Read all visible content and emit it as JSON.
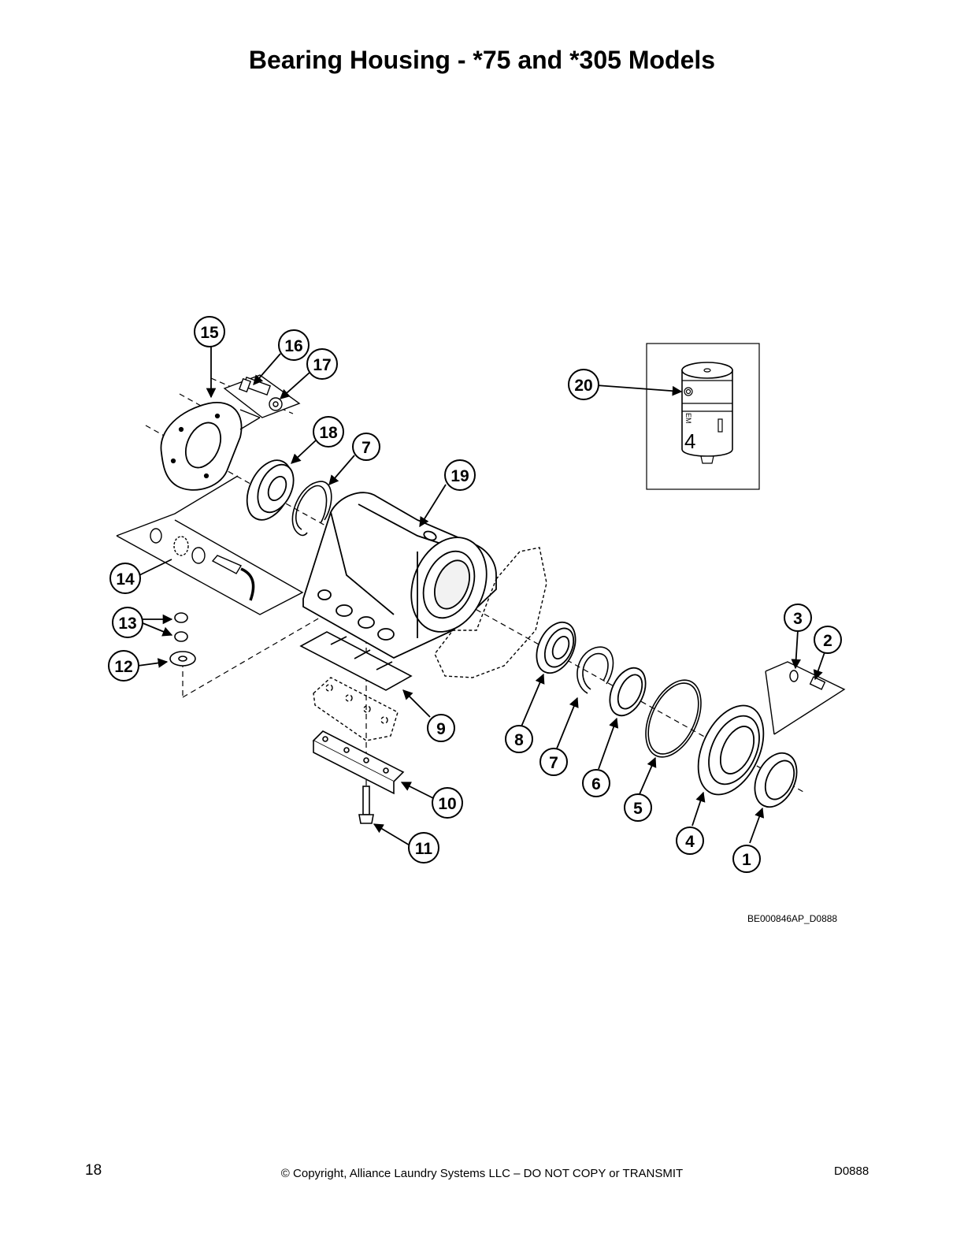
{
  "page": {
    "title": "Bearing Housing - *75 and *305 Models",
    "figure_id": "BE000846AP_D0888",
    "page_number": "18",
    "copyright": "© Copyright, Alliance Laundry Systems LLC – DO NOT COPY or TRANSMIT",
    "doc_code": "D0888"
  },
  "callouts": [
    "1",
    "2",
    "3",
    "4",
    "5",
    "6",
    "7",
    "7",
    "8",
    "9",
    "10",
    "11",
    "12",
    "13",
    "14",
    "15",
    "16",
    "17",
    "18",
    "19",
    "20"
  ],
  "part_marking": {
    "letters": "EM",
    "digit": "4"
  }
}
